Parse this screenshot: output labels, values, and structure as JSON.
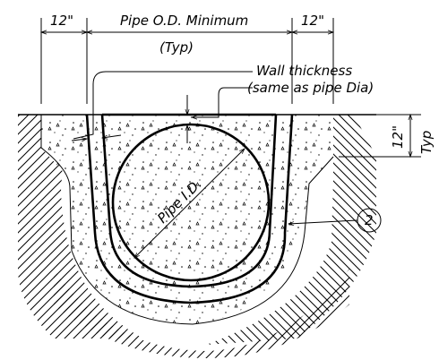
{
  "labels": {
    "left_width": "12\"",
    "right_width": "12\"",
    "pipe_od": "Pipe O.D. Minimum",
    "typ_top": "(Typ)",
    "wall_line1": "Wall thickness",
    "wall_line2": "(same as pipe Dia)",
    "depth_value": "12\"",
    "depth_typ": "Typ",
    "pipe_id": "Pipe I.D.",
    "callout": "2"
  }
}
